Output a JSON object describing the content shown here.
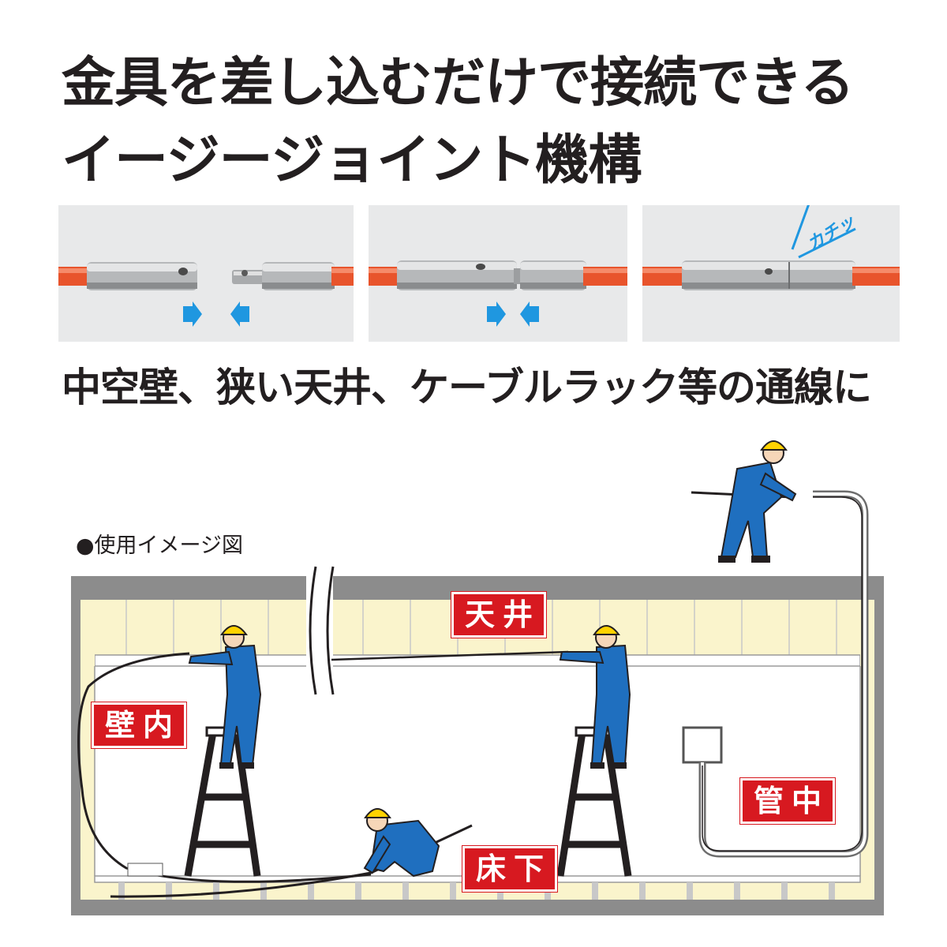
{
  "headline": {
    "line1": "金具を差し込むだけで接続できる",
    "line2": "イージージョイント機構"
  },
  "photos": {
    "click_text": "カチッ",
    "arrow_color": "#1f97e0",
    "cable_color": "#e8542c"
  },
  "subheading": "中空壁、狭い天井、ケーブルラック等の通線に",
  "diagram": {
    "caption": "●使用イメージ図",
    "labels": {
      "ceiling": "天井",
      "wall": "壁内",
      "underfloor": "床下",
      "conduit": "管中"
    },
    "colors": {
      "label_bg": "#d71920",
      "worker": "#1f6fbf",
      "helmet": "#ffd200",
      "insulation": "#faf4cc",
      "frame": "#8c8c8c"
    }
  }
}
